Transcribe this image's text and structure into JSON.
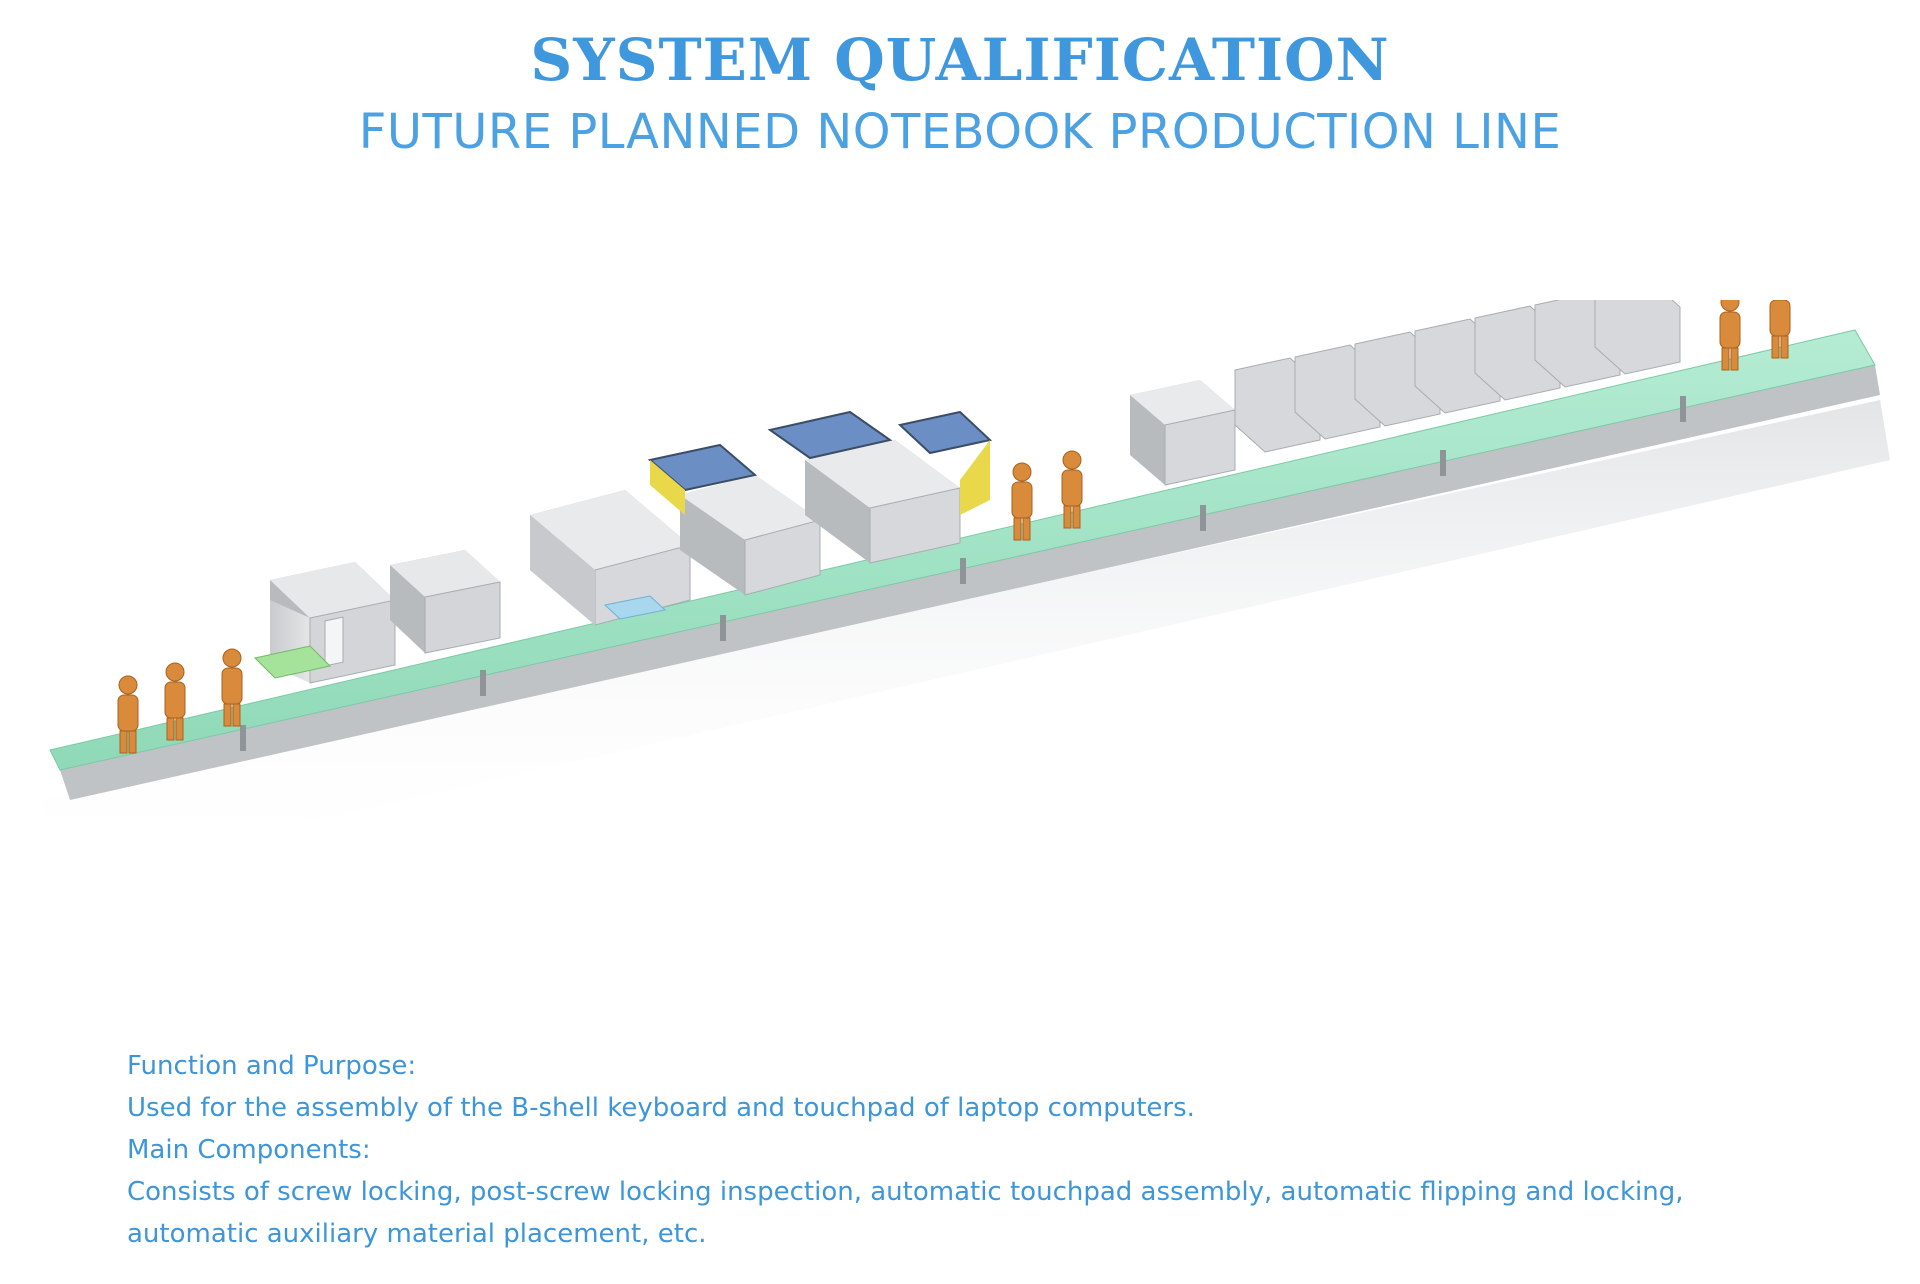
{
  "header": {
    "title": "SYSTEM QUALIFICATION",
    "subtitle": "FUTURE PLANNED NOTEBOOK PRODUCTION LINE"
  },
  "description": {
    "function_heading": "Function and Purpose:",
    "function_text": "Used for the assembly of the B-shell keyboard and touchpad of laptop computers.",
    "components_heading": "Main Components:",
    "components_text_line1": "Consists of screw locking, post-screw locking inspection, automatic touchpad assembly, automatic flipping and locking,",
    "components_text_line2": "automatic auxiliary material placement, etc."
  },
  "colors": {
    "title_blue": "#3f97dd",
    "conveyor_green": "#9fe3c6",
    "machine_gray": "#d4d6d9",
    "worker_orange": "#d98a3a",
    "hood_blue": "#6b8fc4"
  }
}
